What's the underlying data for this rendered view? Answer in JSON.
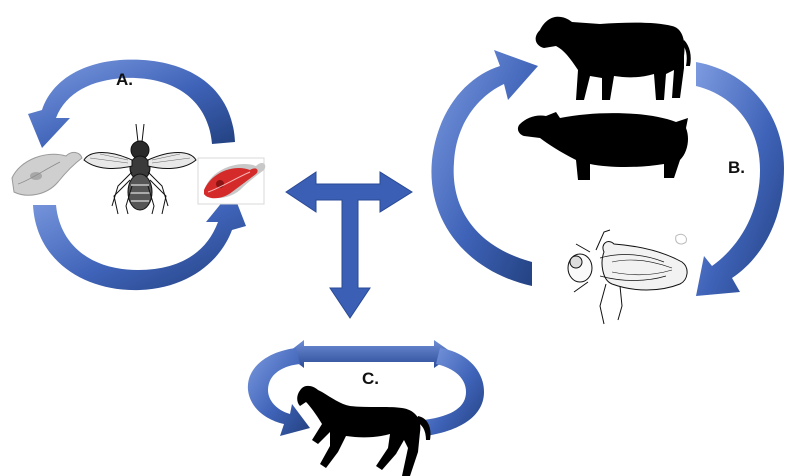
{
  "labels": {
    "cycle_a": "A.",
    "cycle_b": "B.",
    "cycle_c": "C."
  },
  "colors": {
    "arrow_dark": "#2f4f9b",
    "arrow_light": "#6e8fd6",
    "silhouette": "#000000",
    "parasite_red": "#d42a2a",
    "parasite_grey": "#c9c9c9"
  },
  "icons": {
    "cycle_a": [
      "trypanosome-grey-icon",
      "tsetse-fly-icon",
      "trypanosome-red-icon"
    ],
    "cycle_b": [
      "cow-icon",
      "pig-icon",
      "fly-icon"
    ],
    "cycle_c": [
      "horse-icon"
    ],
    "center": [
      "three-way-arrow-icon"
    ]
  }
}
